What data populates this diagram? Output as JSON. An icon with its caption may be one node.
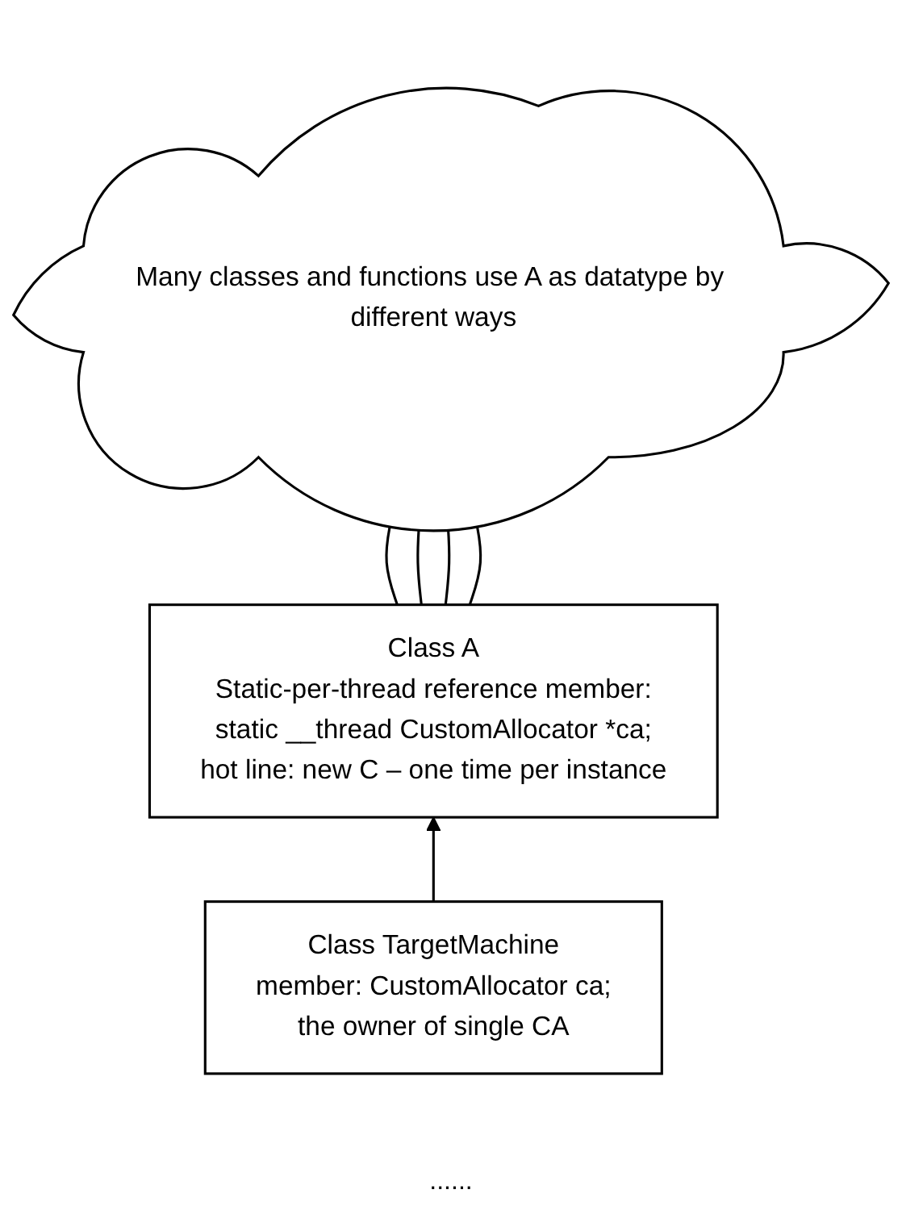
{
  "diagram": {
    "nodes": [
      {
        "text": [
          "Many classes and functions use A as datatype by different ways"
        ]
      },
      {
        "text": [
          "Class A",
          "Static-per-thread reference member:",
          "static __thread CustomAllocator *ca;",
          "hot line: new C – one time per instance"
        ]
      },
      {
        "text": [
          "Class TargetMachine",
          "member:  CustomAllocator ca;",
          "the owner of single CA"
        ]
      }
    ],
    "edges": [
      {
        "from": 0,
        "to": 1,
        "arrow": "none"
      },
      {
        "from": 0,
        "to": 1,
        "arrow": "none"
      },
      {
        "from": 0,
        "to": 1,
        "arrow": "none"
      },
      {
        "from": 0,
        "to": 1,
        "arrow": "none"
      },
      {
        "from": 2,
        "to": 1,
        "arrow": "to"
      }
    ],
    "labels": [
      "......"
    ]
  }
}
